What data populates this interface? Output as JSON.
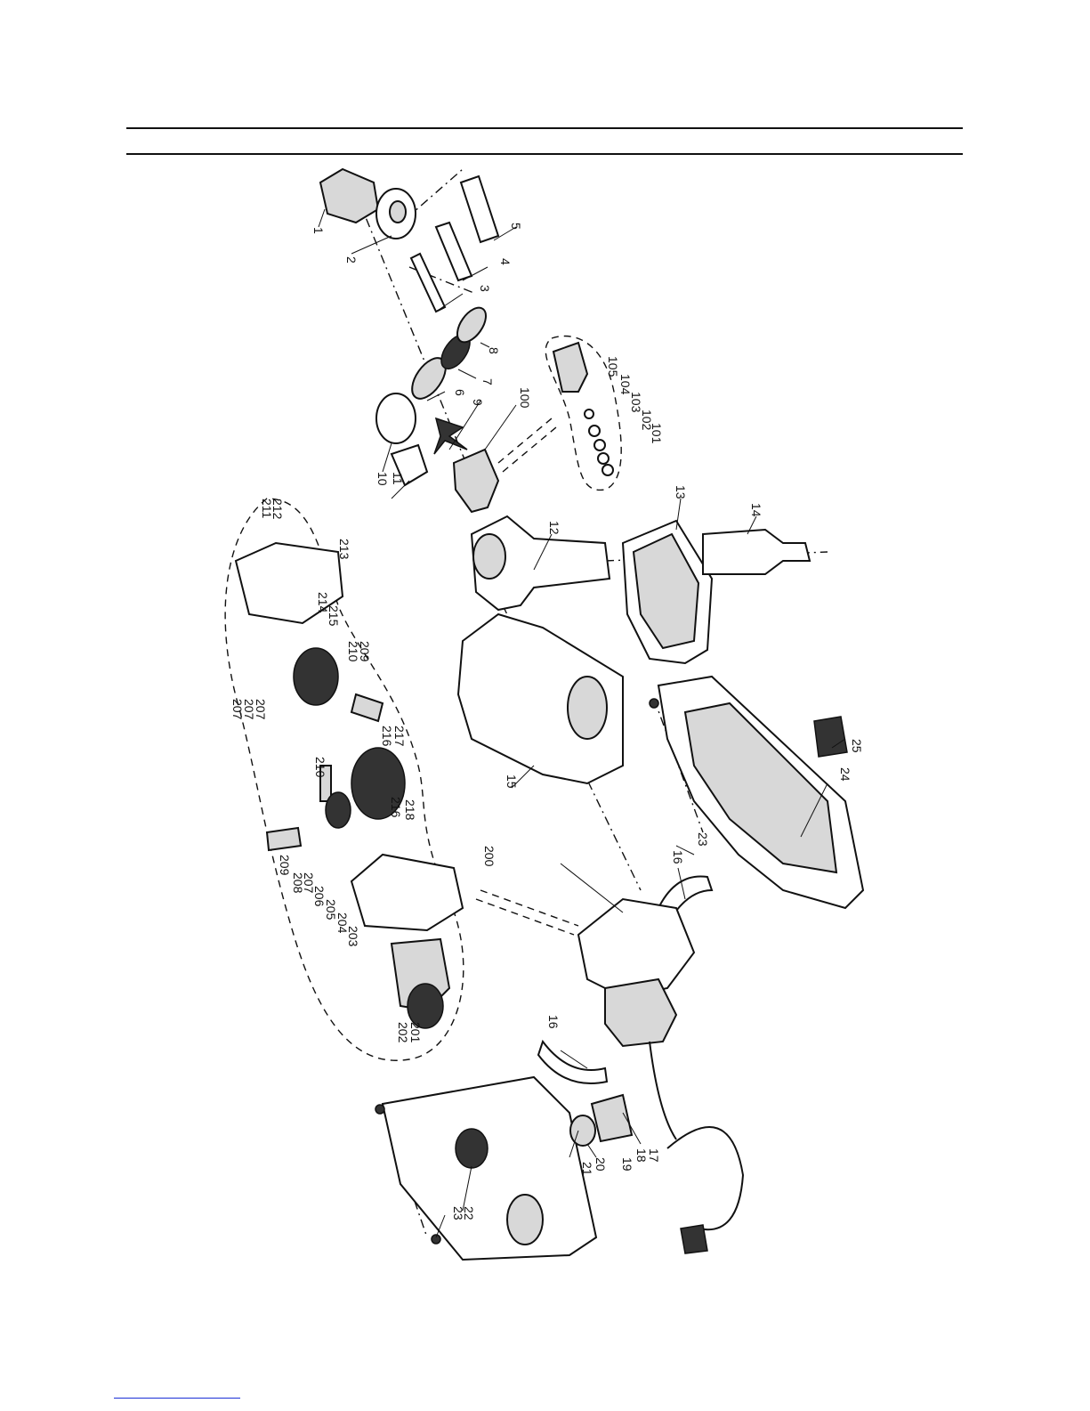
{
  "diagram": {
    "part_numbers": [
      "1",
      "2",
      "3",
      "4",
      "5",
      "6",
      "7",
      "8",
      "9",
      "10",
      "11",
      "12",
      "13",
      "14",
      "15",
      "16",
      "16",
      "17",
      "18",
      "19",
      "20",
      "21",
      "22",
      "23",
      "23",
      "24",
      "25",
      "100",
      "101",
      "102",
      "103",
      "104",
      "105",
      "200",
      "201",
      "202",
      "203",
      "204",
      "205",
      "206",
      "207",
      "207",
      "207",
      "207",
      "208",
      "209",
      "209",
      "210",
      "210",
      "211",
      "212",
      "213",
      "214",
      "215",
      "216",
      "216",
      "217",
      "218"
    ]
  }
}
